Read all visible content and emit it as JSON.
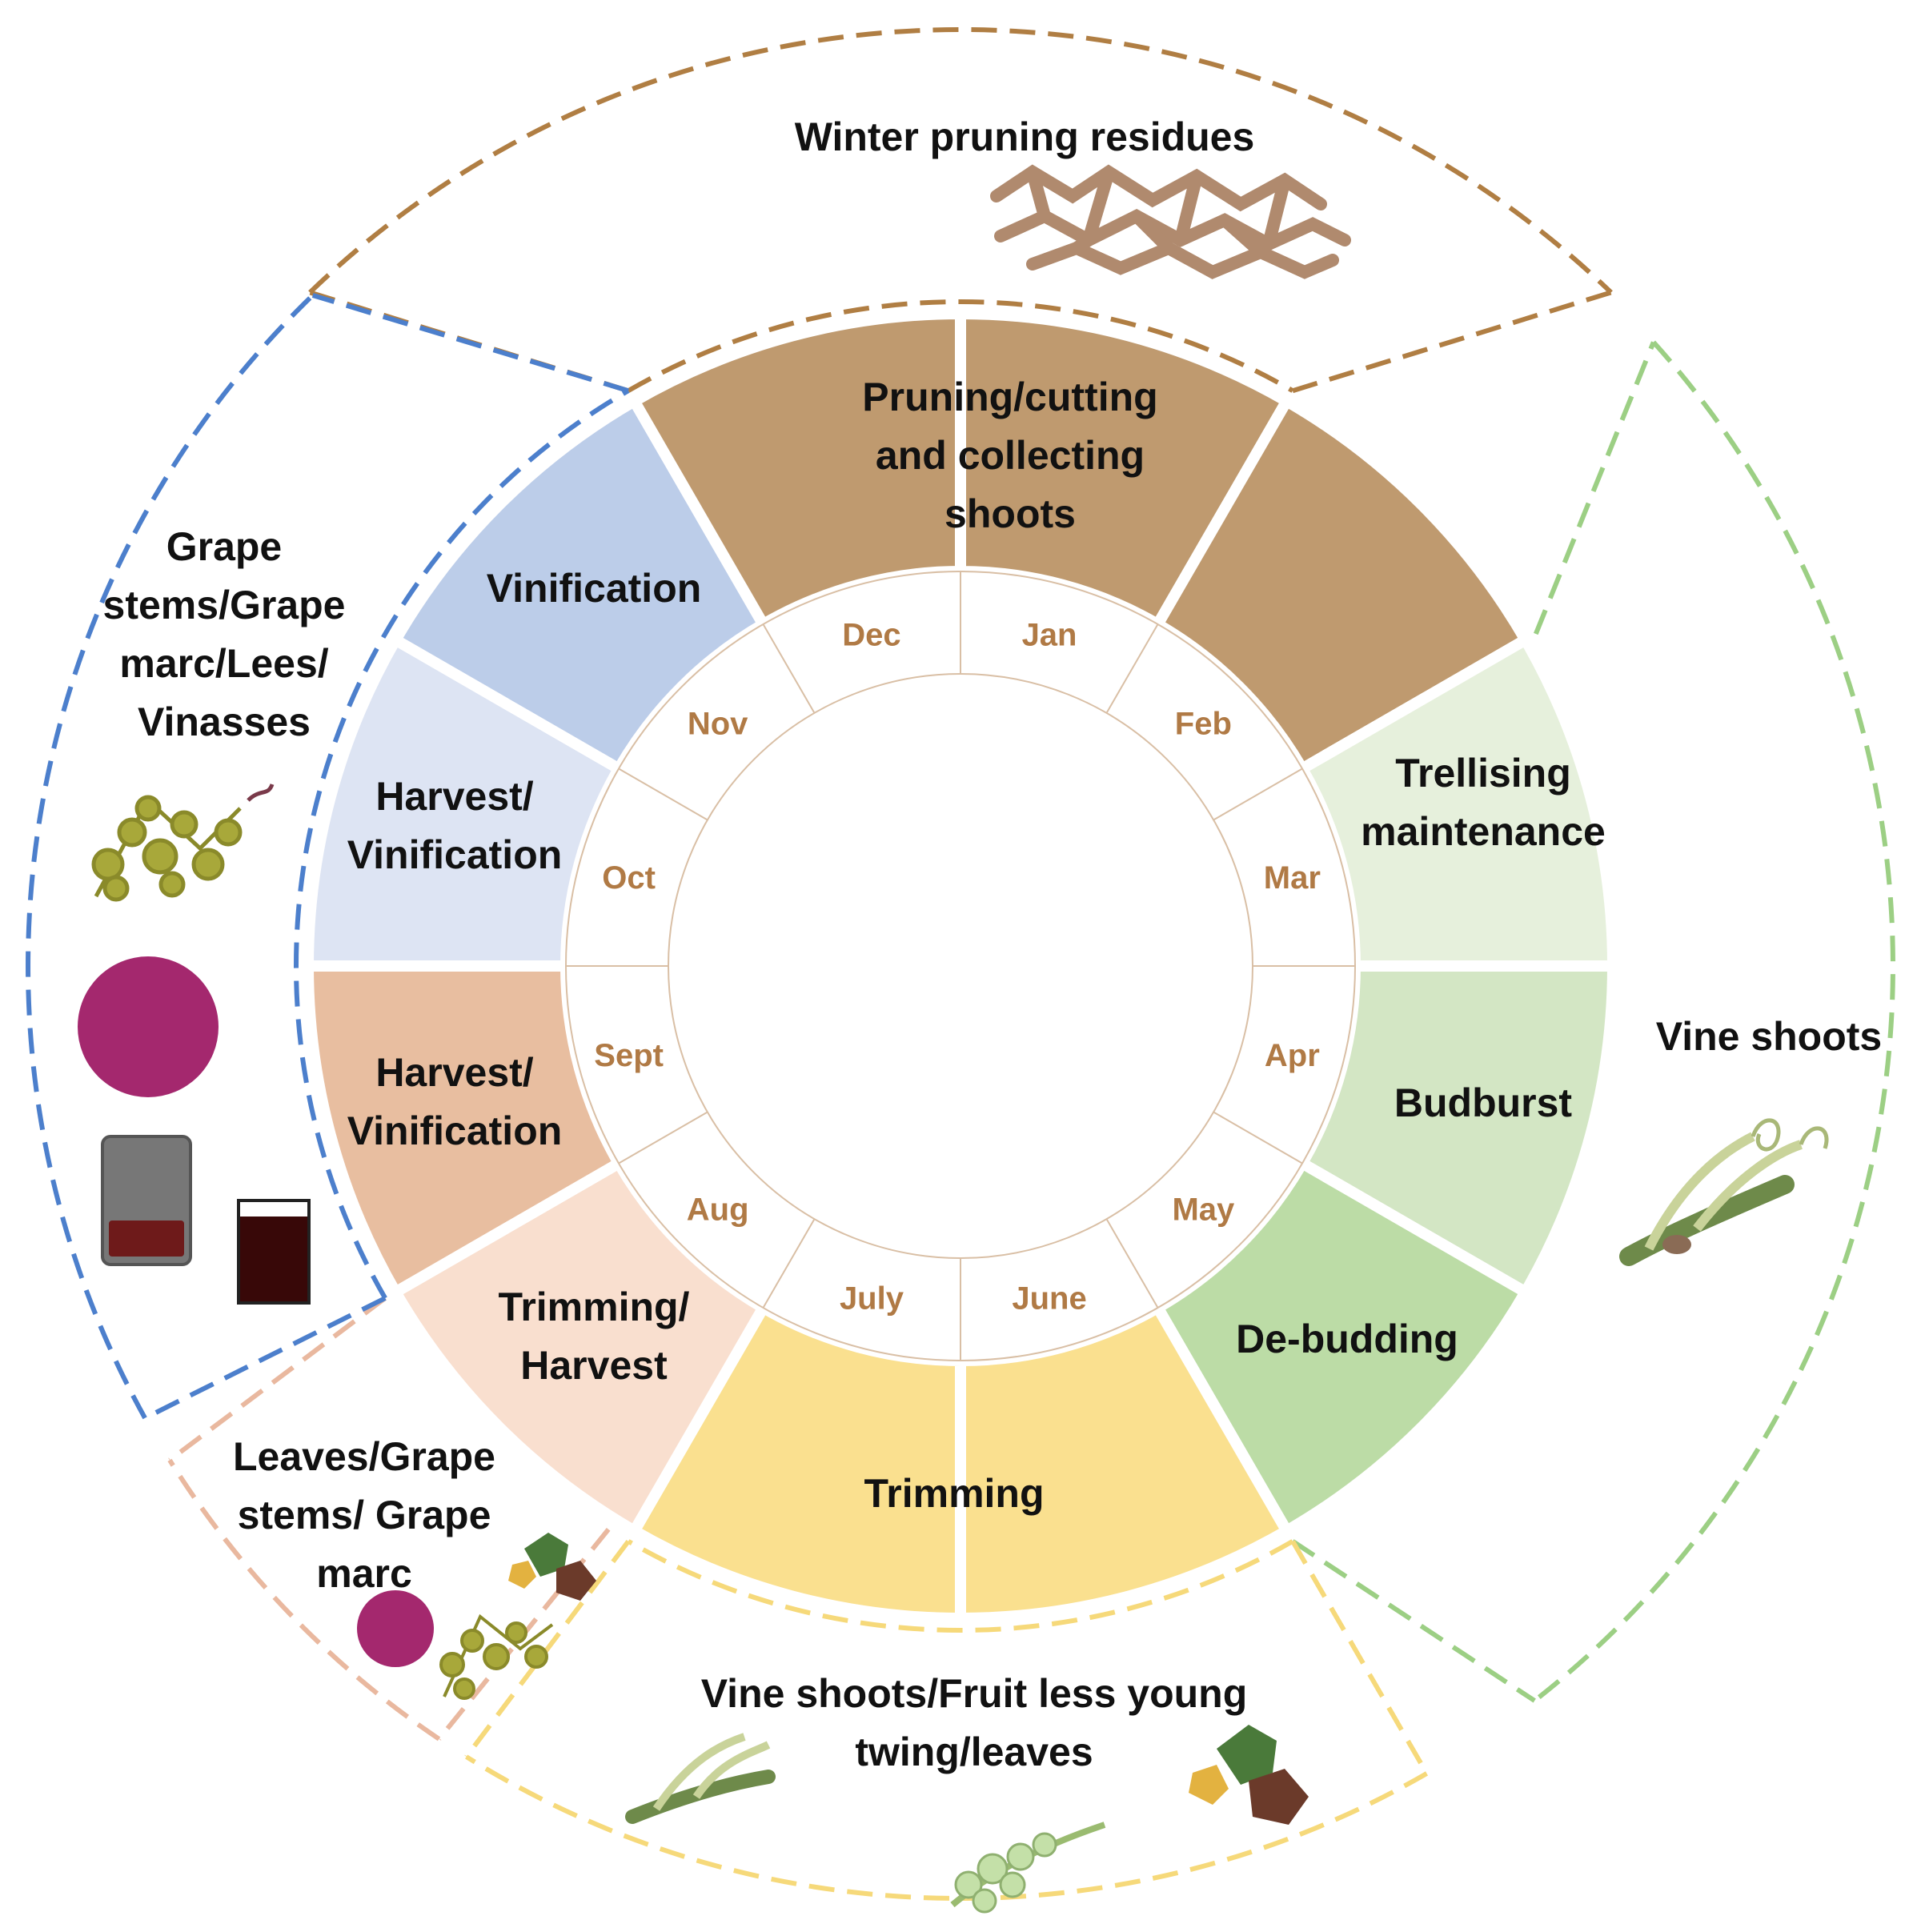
{
  "months": [
    "Jan",
    "Feb",
    "Mar",
    "Apr",
    "May",
    "June",
    "July",
    "Aug",
    "Sept",
    "Oct",
    "Nov",
    "Dec"
  ],
  "activities": {
    "pruning": [
      "Pruning/cutting",
      "and collecting",
      "shoots"
    ],
    "trellising": [
      "Trellising",
      "maintenance"
    ],
    "budburst": [
      "Budburst"
    ],
    "debudding": [
      "De-budding"
    ],
    "trimming": [
      "Trimming"
    ],
    "trimming_harvest": [
      "Trimming/",
      "Harvest"
    ],
    "harvest_vinification_sept": [
      "Harvest/",
      "Vinification"
    ],
    "harvest_vinification_oct": [
      "Harvest/",
      "Vinification"
    ],
    "vinification": [
      "Vinification"
    ]
  },
  "residues": {
    "winter": [
      "Winter pruning residues"
    ],
    "vine_shoots": [
      "Vine shoots"
    ],
    "summer": [
      "Vine shoots/Fruit less young",
      "twing/leaves"
    ],
    "harvest_small": [
      "Leaves/Grape",
      "stems/ Grape",
      "marc"
    ],
    "winery": [
      "Grape",
      "stems/Grape",
      "marc/Lees/",
      "Vinasses"
    ]
  },
  "colors": {
    "winter": "#bf9a6f",
    "trellising": "#e6f0dc",
    "budburst": "#d3e6c4",
    "debudding": "#bcdca6",
    "trimming": "#fae08f",
    "trimming_harvest": "#f9dfcf",
    "harvest_sept": "#e8bea0",
    "harvest_oct": "#dde4f3",
    "vinification": "#bccde9",
    "border_winter": "#b07e43",
    "border_green": "#9ccf84",
    "border_yellow": "#f6d97a",
    "border_salmon": "#e9b89f",
    "border_blue": "#4c7fcc",
    "month_text": "#b07a45"
  }
}
